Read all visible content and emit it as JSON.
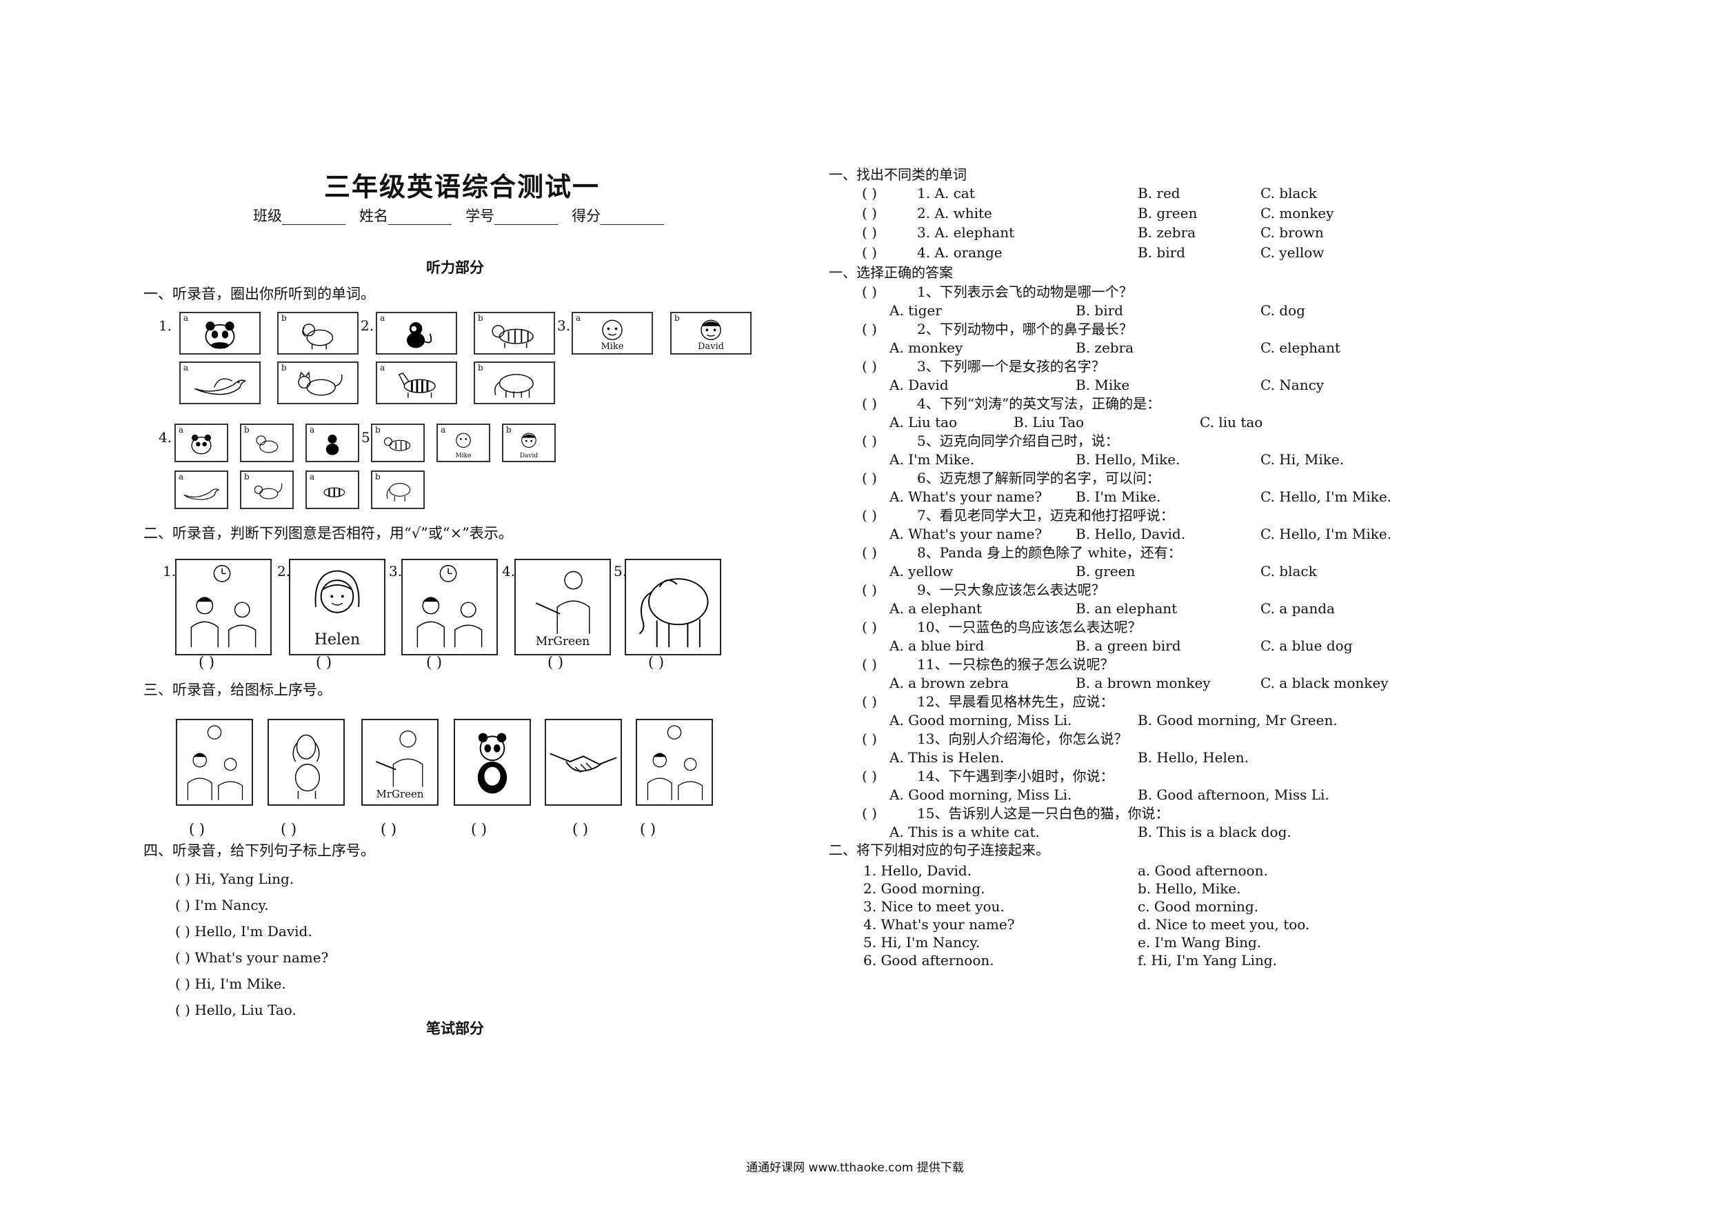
{
  "header": {
    "title": "三年级英语综合测试一",
    "class_label": "班级",
    "name_label": "姓名",
    "number_label": "学号",
    "score_label": "得分"
  },
  "left": {
    "listening_heading": "听力部分",
    "s1_title": "一、听录音，圈出你所听到的单词。",
    "s1_labels": {
      "a": "a",
      "b": "b",
      "mike": "Mike",
      "david": "David"
    },
    "s1_nums": [
      "1.",
      "2.",
      "3.",
      "4.",
      "5."
    ],
    "s2_title": "二、听录音，判断下列图意是否相符，用“√”或“×”表示。",
    "s2_nums": [
      "1.",
      "2.",
      "3.",
      "4.",
      "5."
    ],
    "s2_captions": {
      "helen": "Helen",
      "mrgreen": "MrGreen"
    },
    "paren": "(      )",
    "s3_title": "三、听录音，给图标上序号。",
    "s3_caption": "MrGreen",
    "s4_title": "四、听录音，给下列句子标上序号。",
    "s4_items": [
      "Hi, Yang Ling.",
      "I'm Nancy.",
      "Hello, I'm David.",
      "What's your name?",
      "Hi, I'm Mike.",
      "Hello, Liu Tao."
    ],
    "written_heading": "笔试部分"
  },
  "right": {
    "p1_title": "一、找出不同类的单词",
    "p1_items": [
      {
        "q": "1. A. cat",
        "b": "B. red",
        "c": "C. black"
      },
      {
        "q": "2. A. white",
        "b": "B. green",
        "c": "C. monkey"
      },
      {
        "q": "3. A. elephant",
        "b": "B. zebra",
        "c": "C. brown"
      },
      {
        "q": "4. A. orange",
        "b": "B. bird",
        "c": "C. yellow"
      }
    ],
    "p2_title": "一、选择正确的答案",
    "p2_items": [
      {
        "q": "1、下列表示会飞的动物是哪一个？",
        "a": "A. tiger",
        "b": "B. bird",
        "c": "C. dog"
      },
      {
        "q": "2、下列动物中，哪个的鼻子最长？",
        "a": "A. monkey",
        "b": "B. zebra",
        "c": "C. elephant"
      },
      {
        "q": "3、下列哪一个是女孩的名字？",
        "a": "A. David",
        "b": "B. Mike",
        "c": "C. Nancy"
      },
      {
        "q": "4、下列“刘涛”的英文写法，正确的是：",
        "a": "A. Liu tao",
        "b": "B. Liu Tao",
        "c": "C. liu tao"
      },
      {
        "q": "5、迈克向同学介绍自己时，说：",
        "a": "A. I'm Mike.",
        "b": "B. Hello, Mike.",
        "c": "C. Hi, Mike."
      },
      {
        "q": "6、迈克想了解新同学的名字，可以问：",
        "a": "A. What's your name?",
        "b": "B. I'm Mike.",
        "c": "C. Hello, I'm Mike."
      },
      {
        "q": "7、看见老同学大卫，迈克和他打招呼说：",
        "a": "A. What's your name?",
        "b": "B. Hello, David.",
        "c": "C. Hello, I'm Mike."
      },
      {
        "q": "8、Panda 身上的颜色除了 white，还有：",
        "a": "A. yellow",
        "b": "B. green",
        "c": "C. black"
      },
      {
        "q": "9、一只大象应该怎么表达呢？",
        "a": "A. a elephant",
        "b": "B. an elephant",
        "c": "C. a panda"
      },
      {
        "q": "10、一只蓝色的鸟应该怎么表达呢？",
        "a": "A. a blue bird",
        "b": "B. a green bird",
        "c": "C. a blue dog"
      },
      {
        "q": "11、一只棕色的猴子怎么说呢？",
        "a": "A. a brown zebra",
        "b": "B. a brown monkey",
        "c": "C. a black monkey"
      },
      {
        "q": "12、早晨看见格林先生，应说：",
        "a": "A. Good morning, Miss Li.",
        "b": "B. Good morning, Mr Green.",
        "c": ""
      },
      {
        "q": "13、向别人介绍海伦，你怎么说？",
        "a": "A. This is Helen.",
        "b": "B. Hello, Helen.",
        "c": ""
      },
      {
        "q": "14、下午遇到李小姐时，你说：",
        "a": "A. Good morning, Miss Li.",
        "b": "B. Good afternoon, Miss Li.",
        "c": ""
      },
      {
        "q": "15、告诉别人这是一只白色的猫，你说：",
        "a": "A. This is a white cat.",
        "b": "B. This is a black dog.",
        "c": ""
      }
    ],
    "p3_title": "二、将下列相对应的句子连接起来。",
    "p3_left": [
      "1. Hello, David.",
      "2. Good morning.",
      "3. Nice to meet you.",
      "4. What's your name?",
      "5. Hi, I'm Nancy.",
      "6. Good afternoon."
    ],
    "p3_right": [
      "a. Good afternoon.",
      "b. Hello, Mike.",
      "c. Good morning.",
      "d. Nice to meet you, too.",
      "e. I'm Wang Bing.",
      "f. Hi, I'm Yang Ling."
    ]
  },
  "footer": "通通好课网  www.tthaoke.com  提供下载"
}
